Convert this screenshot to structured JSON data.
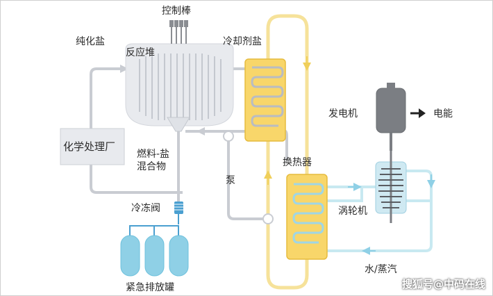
{
  "labels": {
    "control_rods": "控制棒",
    "purified_salt": "纯化盐",
    "reactor_core": "反应堆",
    "coolant_salt": "冷却剂盐",
    "chemical_plant": "化学处理厂",
    "fuel_salt_line1": "燃料-盐",
    "fuel_salt_line2": "混合物",
    "pump": "泵",
    "heat_exchanger": "换热器",
    "generator": "发电机",
    "electricity": "电能",
    "turbine": "涡轮机",
    "freeze_valve": "冷冻阀",
    "water_steam": "水/蒸汽",
    "emergency_tanks": "紧急排放罐"
  },
  "watermark": "搜狐号@中码在线",
  "colors": {
    "pipe_gray": "#c9ccd2",
    "coolant_yellow": "#f6e29a",
    "exchanger_fill": "#f8d66a",
    "exchanger_stroke": "#e6bb3e",
    "reactor_fill": "#e8eaee",
    "water_blue": "#a9dce8",
    "tank_blue": "#8fd0e6",
    "generator_gray": "#7b7e83",
    "arrow_dark": "#222222"
  }
}
